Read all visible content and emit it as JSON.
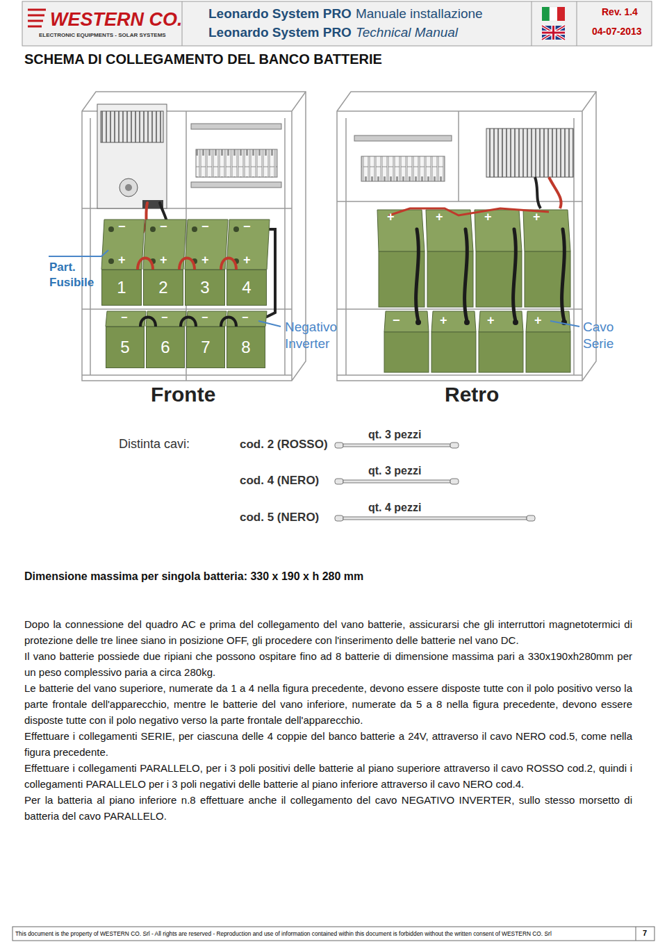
{
  "diagram": {
    "title": "SCHEMA DI COLLEGAMENTO DEL BANCO BATTERIE",
    "nodes": [
      {
        "text": [
          "1"
        ]
      },
      {
        "text": [
          "2"
        ]
      },
      {
        "text": [
          "3"
        ]
      },
      {
        "text": [
          "4"
        ]
      },
      {
        "text": [
          "5"
        ]
      },
      {
        "text": [
          "6"
        ]
      },
      {
        "text": [
          "7"
        ]
      },
      {
        "text": [
          "8"
        ]
      }
    ],
    "edges": [
      {
        "from": 0,
        "to": 1,
        "arrow": "none"
      },
      {
        "from": 1,
        "to": 2,
        "arrow": "none"
      },
      {
        "from": 2,
        "to": 3,
        "arrow": "none"
      },
      {
        "from": 4,
        "to": 5,
        "arrow": "none"
      },
      {
        "from": 5,
        "to": 6,
        "arrow": "none"
      },
      {
        "from": 6,
        "to": 7,
        "arrow": "none"
      }
    ],
    "labels": [
      "WESTERN CO.",
      "ELECTRONIC EQUIPMENTS - SOLAR SYSTEMS",
      "Leonardo System PRO",
      "Manuale installazione",
      "Leonardo System PRO",
      "Technical Manual",
      "Rev. 1.4",
      "04-07-2013",
      "Part. Fusibile",
      "Negativo Inverter",
      "Cavo Serie",
      "Fronte",
      "Retro",
      "Distinta cavi:",
      "cod. 2 (ROSSO)",
      "qt. 3 pezzi",
      "cod. 4 (NERO)",
      "qt. 3 pezzi",
      "cod. 5 (NERO)",
      "qt. 4 pezzi",
      "Dimensione massima per singola batteria: 330 x 190 x h 280 mm",
      "Dopo la connessione del quadro AC e prima del collegamento del vano batterie, assicurarsi che gli interruttori magnetotermici di protezione delle tre linee siano in posizione OFF, gli procedere con l'inserimento delle batterie nel vano DC.",
      "Il vano batterie possiede due ripiani che possono ospitare fino ad 8 batterie di dimensione massima pari a 330x190xh280mm per un peso complessivo paria a circa 280kg.",
      "Le batterie del vano superiore, numerate da 1 a 4 nella figura precedente, devono essere disposte tutte con il polo positivo verso la parte frontale dell'apparecchio, mentre le batterie del vano inferiore, numerate da 5 a 8 nella figura precedente, devono essere disposte tutte con il polo negativo verso la parte frontale dell'apparecchio.",
      "Effettuare i collegamenti SERIE, per ciascuna delle 4 coppie del banco batterie a 24V, attraverso il cavo NERO cod.5, come nella figura precedente.",
      "Effettuare i collegamenti PARALLELO, per i 3 poli positivi delle batterie al piano superiore attraverso il cavo ROSSO cod.2, quindi i collegamenti PARALLELO per i 3 poli negativi delle batterie al piano inferiore attraverso il cavo NERO cod.4.",
      "Per la batteria al piano inferiore n.8 effettuare anche il collegamento del cavo NEGATIVO INVERTER, sullo stesso morsetto di batteria del cavo PARALLELO.",
      "This document is the property of WESTERN CO. Srl - All rights are reserved - Reproduction and use of information contained within this document is forbidden without the written consent of WESTERN CO. Srl",
      "7",
      "−",
      "−",
      "−",
      "−",
      "+",
      "+",
      "+",
      "+",
      "−",
      "−",
      "−",
      "−",
      "+",
      "+",
      "+",
      "+",
      "−",
      "+",
      "+",
      "+"
    ]
  }
}
